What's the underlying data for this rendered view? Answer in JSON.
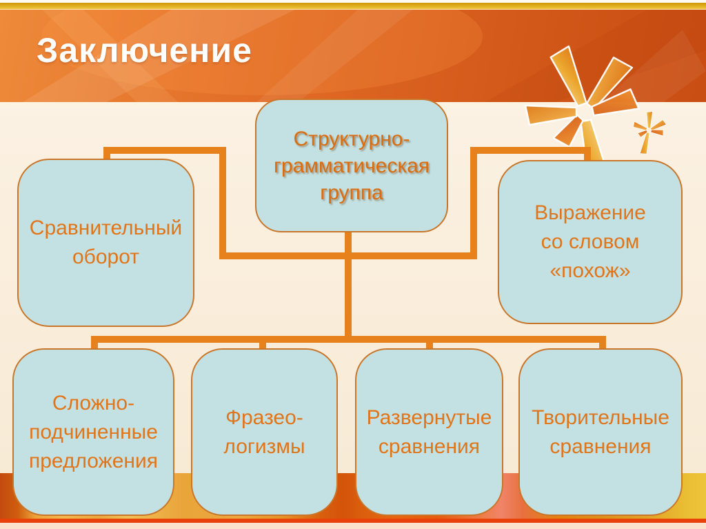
{
  "slide": {
    "title": "Заключение"
  },
  "diagram": {
    "nodes": {
      "root": {
        "label": "Структурно-\nграмматическая\nгруппа"
      },
      "left": {
        "label": "Сравнительный\nоборот"
      },
      "right": {
        "label": "Выражение\nсо словом\n«похож»"
      },
      "b1": {
        "label": "Сложно-\nподчиненные\nпредложения"
      },
      "b2": {
        "label": "Фразео-\nлогизмы"
      },
      "b3": {
        "label": "Развернутые\nсравнения"
      },
      "b4": {
        "label": "Творительные\nсравнения"
      }
    },
    "edges": [
      [
        "root",
        "left"
      ],
      [
        "root",
        "right"
      ],
      [
        "root",
        "b1"
      ],
      [
        "root",
        "b2"
      ],
      [
        "root",
        "b3"
      ],
      [
        "root",
        "b4"
      ]
    ]
  },
  "icons": {
    "pinwheel_large": "pinwheel-asterisk",
    "pinwheel_small": "pinwheel-asterisk"
  },
  "colors": {
    "header_gradient_start": "#ee8a3a",
    "header_gradient_end": "#c94e14",
    "gold_bar": "#e2a60e",
    "title_text": "#ffffff",
    "body_background": "#faeedd",
    "box_fill": "#c3e1e2",
    "box_border": "#c9762a",
    "box_text_orange": "#e0751a",
    "root_text_orange": "#d96d10",
    "connector_orange": "#e6811c",
    "bottom_red_line": "#e8420a"
  }
}
